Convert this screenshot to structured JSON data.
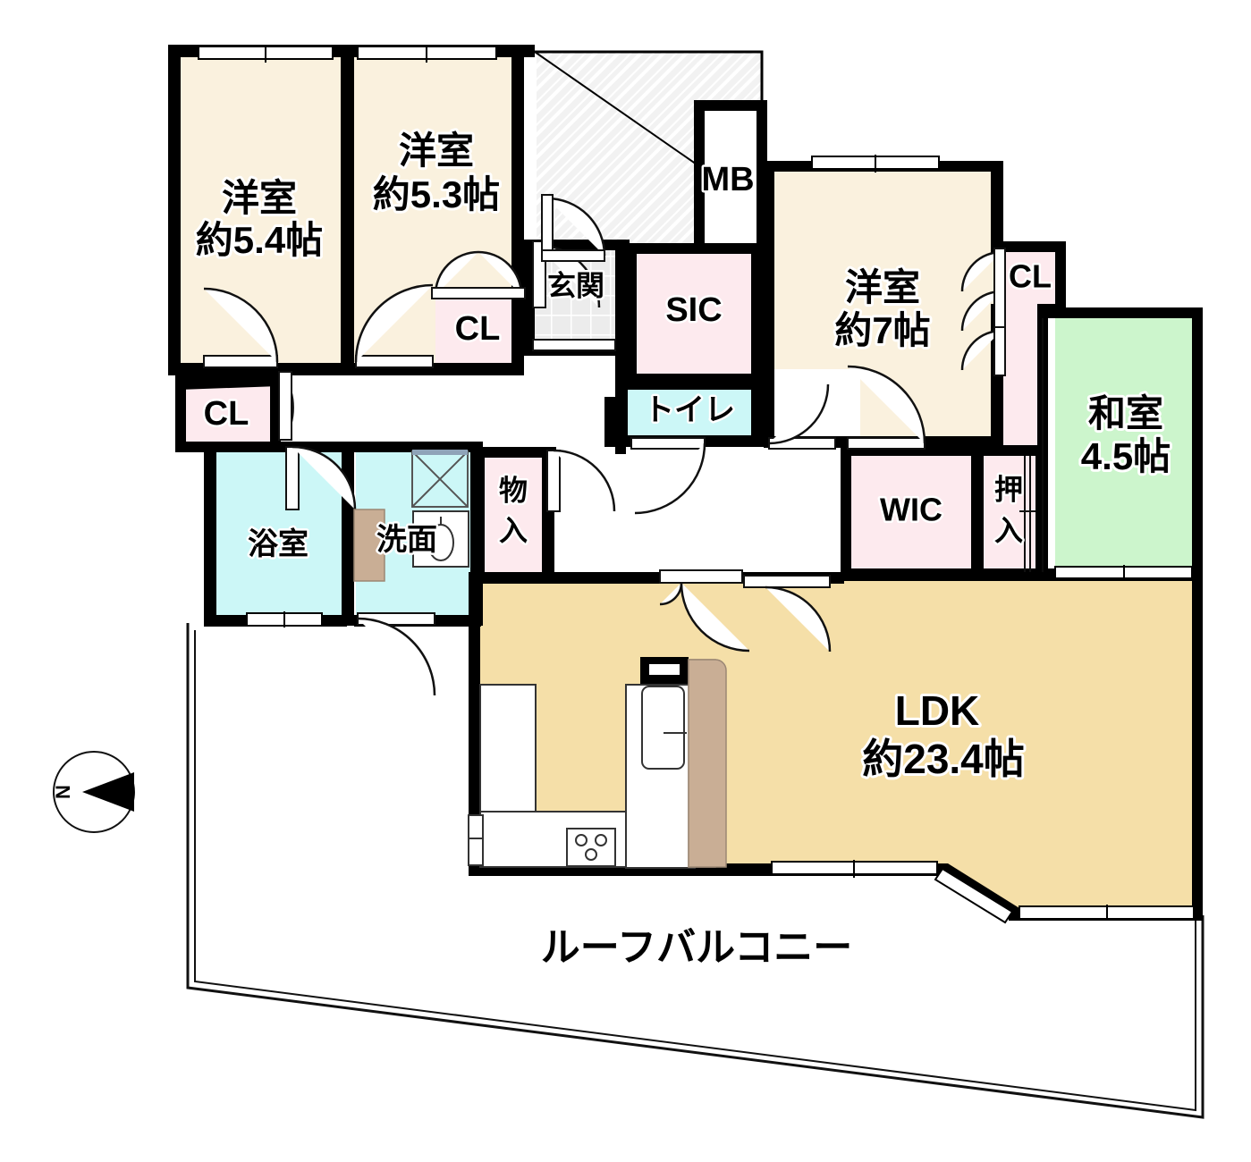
{
  "plan": {
    "type": "japanese-apartment-floorplan",
    "balcony_label": "ルーフバルコニー",
    "compass": {
      "label": "N",
      "points": "west"
    },
    "colors": {
      "wall": "#000000",
      "room_beige": "#FAF1DE",
      "ldk_tan": "#F5DFA8",
      "closet_pink": "#FDEAEE",
      "water_cyan": "#CCF7F7",
      "tatami_green": "#CCF5CC",
      "corridor_white": "#FFFFFF",
      "entry_hatch": "#F0F0F0",
      "counter_tan": "#C9AE95"
    },
    "rooms": [
      {
        "id": "yoshitsu-5-4",
        "name": "洋室",
        "area": "約5.4帖",
        "fill": "room_beige"
      },
      {
        "id": "yoshitsu-5-3",
        "name": "洋室",
        "area": "約5.3帖",
        "fill": "room_beige"
      },
      {
        "id": "yoshitsu-7",
        "name": "洋室",
        "area": "約7帖",
        "fill": "room_beige"
      },
      {
        "id": "washitsu-4-5",
        "name": "和室",
        "area": "4.5帖",
        "fill": "tatami_green"
      },
      {
        "id": "ldk",
        "name": "LDK",
        "area": "約23.4帖",
        "fill": "ldk_tan"
      }
    ],
    "spaces": [
      {
        "id": "cl-left",
        "label": "CL",
        "fill": "closet_pink"
      },
      {
        "id": "cl-mid",
        "label": "CL",
        "fill": "closet_pink"
      },
      {
        "id": "cl-right",
        "label": "CL",
        "fill": "closet_pink"
      },
      {
        "id": "mb",
        "label": "MB",
        "fill": "corridor_white"
      },
      {
        "id": "genkan",
        "label": "玄関",
        "fill": "entry_hatch"
      },
      {
        "id": "sic",
        "label": "SIC",
        "fill": "closet_pink"
      },
      {
        "id": "toilet",
        "label": "トイレ",
        "fill": "water_cyan"
      },
      {
        "id": "yokushitsu",
        "label": "浴室",
        "fill": "water_cyan"
      },
      {
        "id": "senmen",
        "label": "洗面",
        "fill": "water_cyan"
      },
      {
        "id": "mononoire",
        "label": "物入",
        "fill": "closet_pink"
      },
      {
        "id": "wic",
        "label": "WIC",
        "fill": "closet_pink"
      },
      {
        "id": "oshiire",
        "label": "押入",
        "fill": "closet_pink"
      }
    ]
  }
}
